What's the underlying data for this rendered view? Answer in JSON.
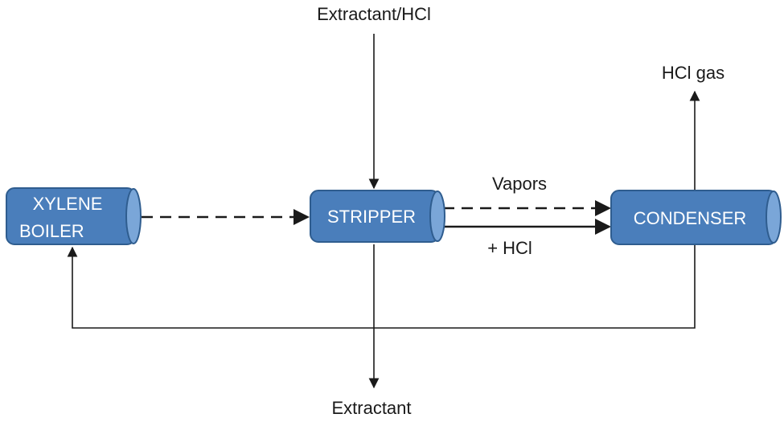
{
  "nodes": {
    "boiler": {
      "line1": "XYLENE",
      "line2": "BOILER"
    },
    "stripper": {
      "label": "STRIPPER"
    },
    "condenser": {
      "label": "CONDENSER"
    }
  },
  "labels": {
    "feed": "Extractant/HCl",
    "hcl_gas": "HCl gas",
    "vapors": "Vapors",
    "plus_hcl": "+ HCl",
    "extractant_out": "Extractant"
  },
  "colors": {
    "cylinder_fill": "#4a7ebb",
    "cylinder_stroke": "#2f5d8f",
    "cylinder_cap": "#7aa6d8",
    "line": "#1a1a1a",
    "text_on_cylinder": "#ffffff",
    "text": "#1a1a1a"
  }
}
